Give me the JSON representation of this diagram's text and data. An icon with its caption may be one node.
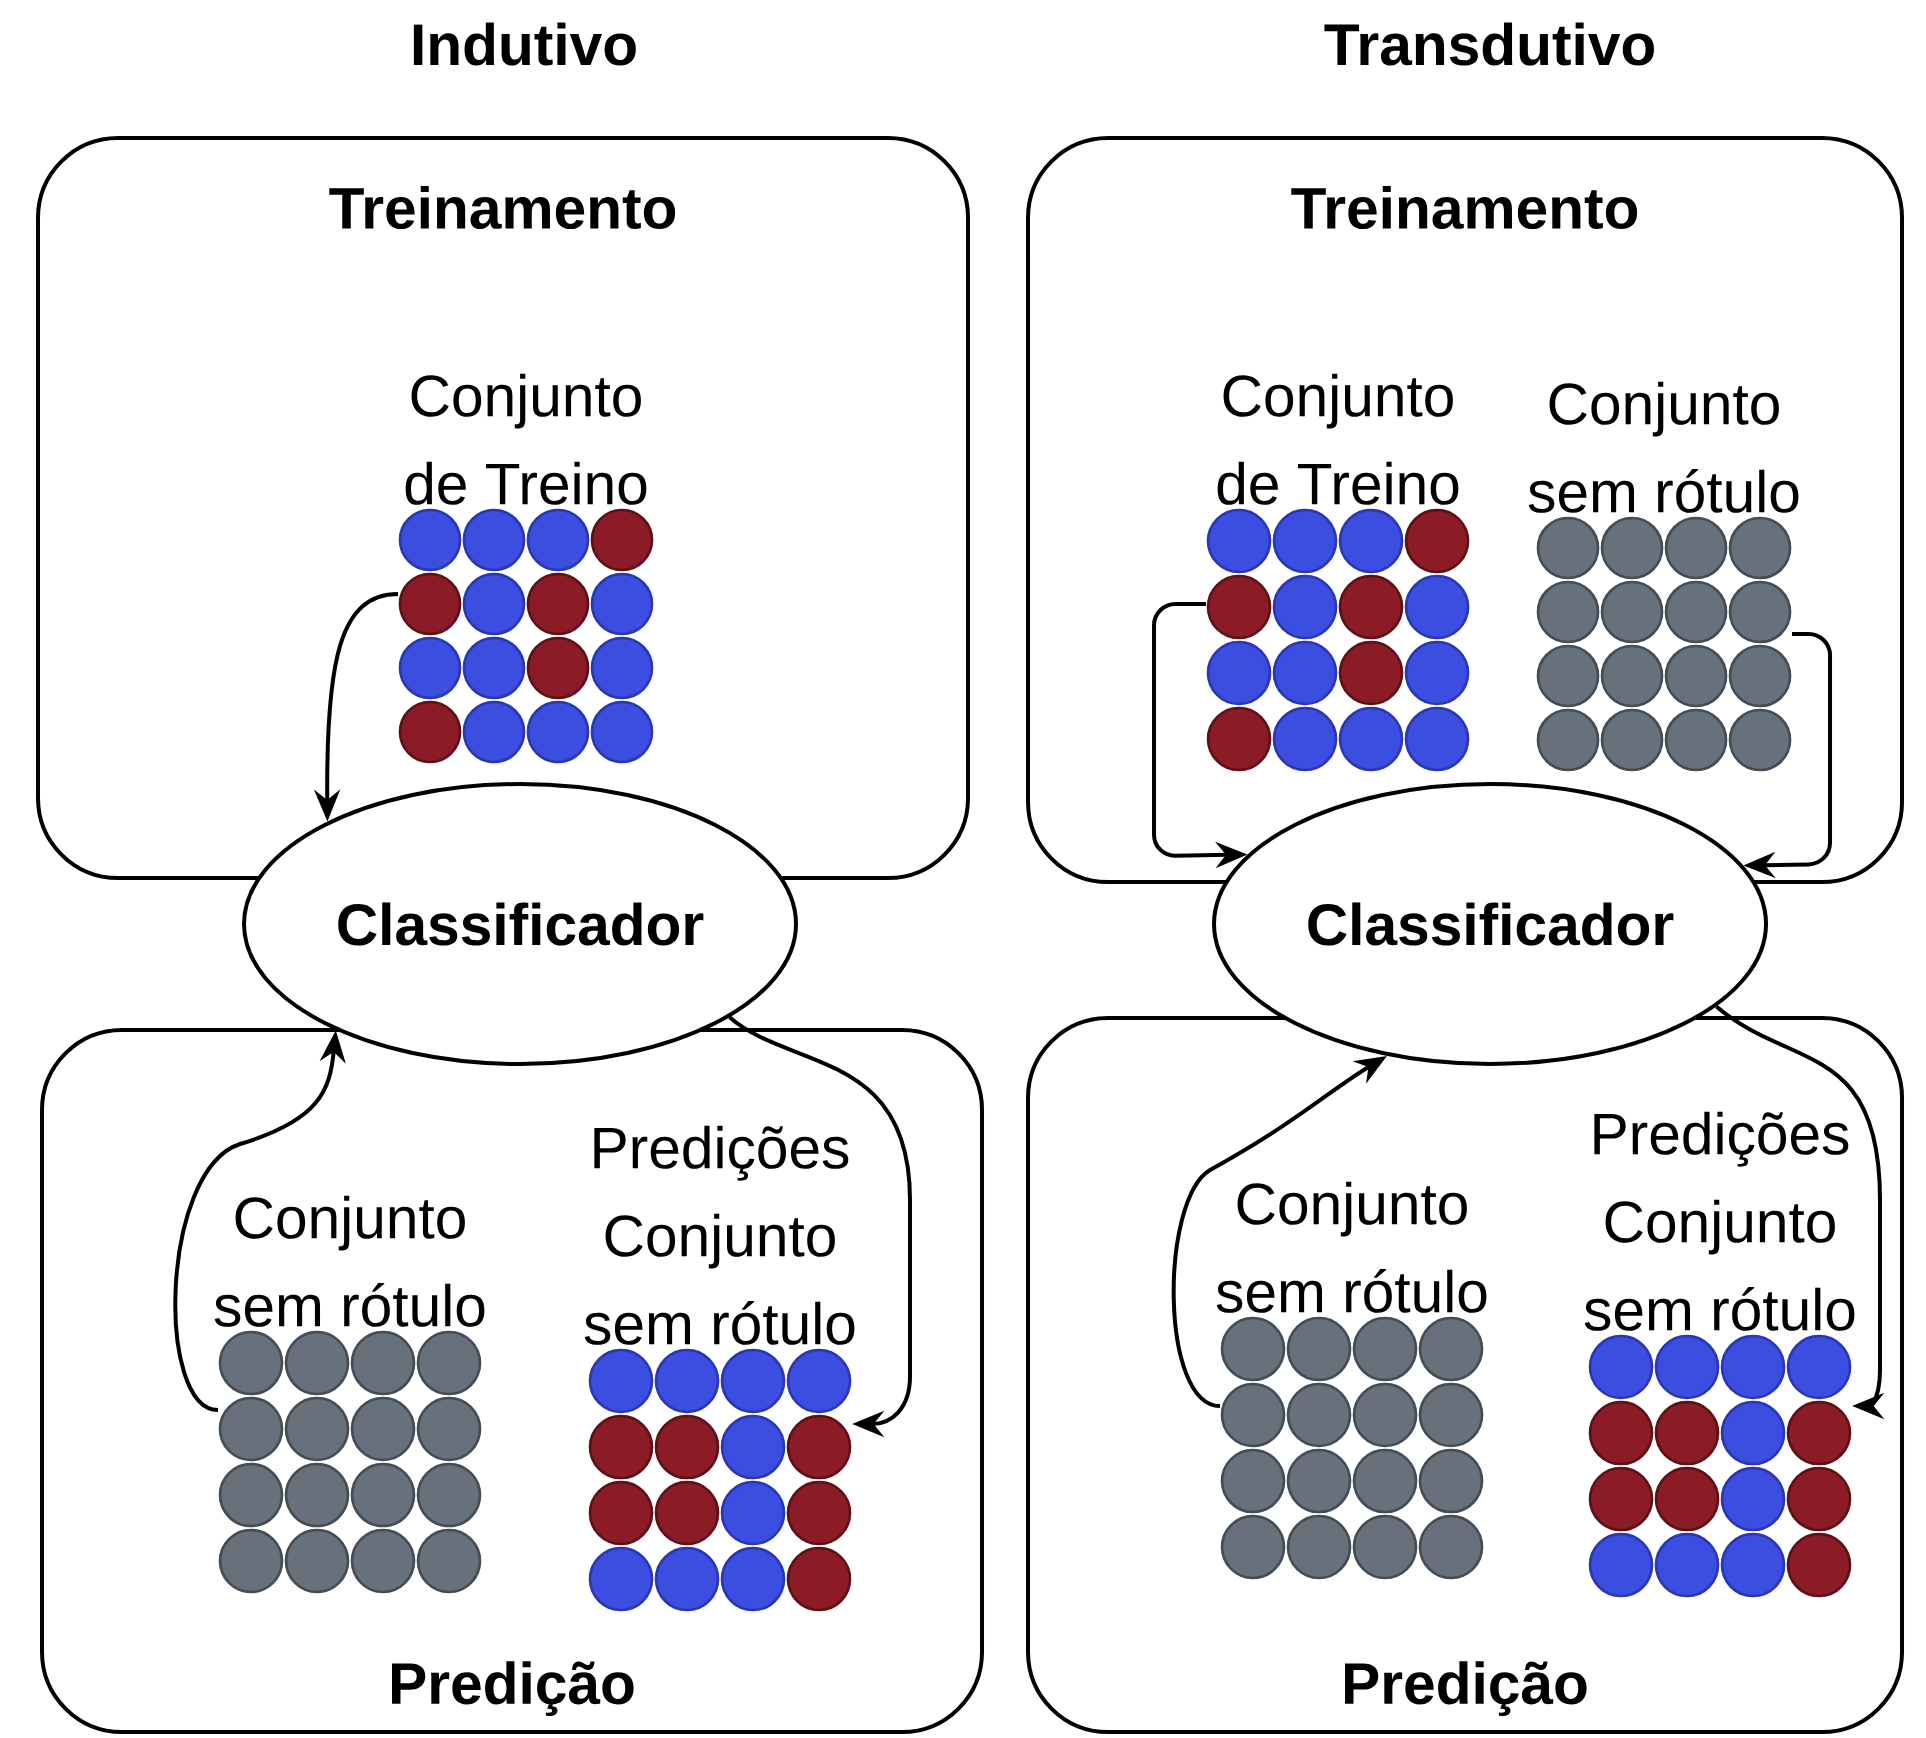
{
  "diagram": {
    "nodes": [
      {
        "text": [
          "Treinamento"
        ]
      },
      {
        "text": [
          "Conjunto de Treino"
        ],
        "in": 0
      },
      {
        "text": [
          "Classificador"
        ]
      },
      {
        "text": [
          "Predição"
        ]
      },
      {
        "text": [
          "Conjunto sem rótulo"
        ],
        "in": 3
      },
      {
        "text": [
          "Predições Conjunto sem rótulo"
        ],
        "in": 3
      },
      {
        "text": [
          "Treinamento"
        ]
      },
      {
        "text": [
          "Conjunto de Treino"
        ],
        "in": 6
      },
      {
        "text": [
          "Conjunto sem rótulo"
        ],
        "in": 6
      },
      {
        "text": [
          "Classificador"
        ]
      },
      {
        "text": [
          "Predição"
        ]
      },
      {
        "text": [
          "Conjunto sem rótulo"
        ],
        "in": 10
      },
      {
        "text": [
          "Predições Conjunto sem rótulo"
        ],
        "in": 10
      }
    ],
    "edges": [
      {
        "from": 1,
        "to": 2,
        "arrow": "to"
      },
      {
        "from": 4,
        "to": 2,
        "arrow": "to"
      },
      {
        "from": 2,
        "to": 5,
        "arrow": "to"
      },
      {
        "from": 7,
        "to": 9,
        "arrow": "to"
      },
      {
        "from": 8,
        "to": 9,
        "arrow": "to"
      },
      {
        "from": 11,
        "to": 9,
        "arrow": "to"
      },
      {
        "from": 9,
        "to": 12,
        "arrow": "to"
      }
    ],
    "labels": [
      "Indutivo",
      "Transdutivo"
    ]
  }
}
